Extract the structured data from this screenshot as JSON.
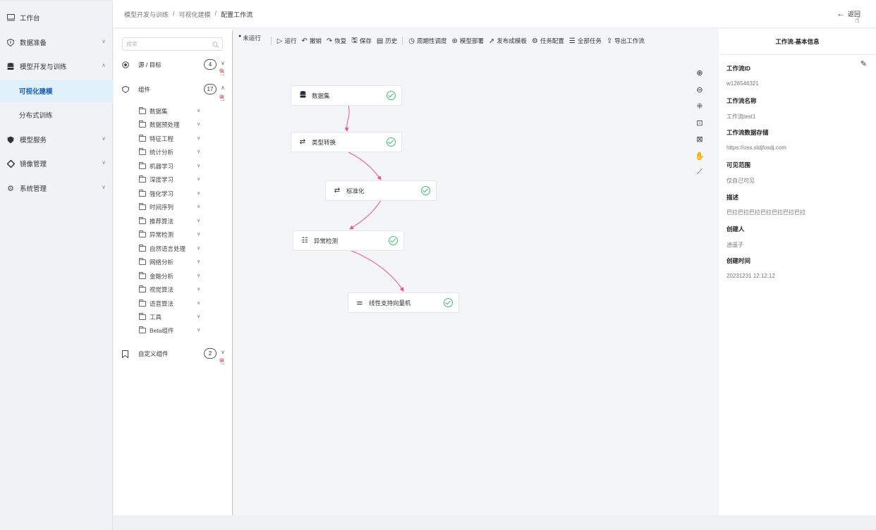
{
  "nav": {
    "items": [
      {
        "label": "工作台",
        "icon": "monitor-icon",
        "chevron": ""
      },
      {
        "label": "数据准备",
        "icon": "shield-icon",
        "chevron": "∨"
      },
      {
        "label": "模型开发与训练",
        "icon": "database-icon",
        "chevron": "∧"
      },
      {
        "label": "模型服务",
        "icon": "shield-filled-icon",
        "chevron": "∨"
      },
      {
        "label": "镜像管理",
        "icon": "diamond-icon",
        "chevron": "∨"
      },
      {
        "label": "系统管理",
        "icon": "gear-icon",
        "chevron": "∨"
      }
    ],
    "subitems": [
      {
        "label": "可视化建模",
        "active": true
      },
      {
        "label": "分布式训练",
        "active": false
      }
    ]
  },
  "header": {
    "breadcrumb": [
      "模型开发与训练",
      "/",
      "可视化建模",
      "/",
      "配置工作流"
    ],
    "back_label": "返回"
  },
  "components": {
    "search_placeholder": "搜索",
    "groups": [
      {
        "label": "源 / 目标",
        "count": "4",
        "chevron": "∨"
      },
      {
        "label": "组件",
        "count": "17",
        "chevron": "∧"
      },
      {
        "label": "自定义组件",
        "count": "2",
        "chevron": "∨"
      }
    ],
    "folders": [
      "数据集",
      "数据预处理",
      "特征工程",
      "统计分析",
      "机器学习",
      "深度学习",
      "强化学习",
      "时间序列",
      "推荐算法",
      "异常检测",
      "自然语言处理",
      "网络分析",
      "金融分析",
      "视觉算法",
      "语音算法",
      "工具",
      "Beta组件"
    ]
  },
  "toolbar": {
    "status": "未运行",
    "items": [
      {
        "icon": "play-icon",
        "glyph": "▷",
        "label": "运行"
      },
      {
        "icon": "undo-icon",
        "glyph": "↶",
        "label": "撤销"
      },
      {
        "icon": "redo-icon",
        "glyph": "↷",
        "label": "恢复"
      },
      {
        "icon": "save-icon",
        "glyph": "🖫",
        "label": "保存"
      },
      {
        "icon": "history-icon",
        "glyph": "▤",
        "label": "历史"
      },
      {
        "icon": "clock-icon",
        "glyph": "◷",
        "label": "周期性调度"
      },
      {
        "icon": "deploy-icon",
        "glyph": "⊛",
        "label": "模型部署"
      },
      {
        "icon": "send-icon",
        "glyph": "➚",
        "label": "发布成模板"
      },
      {
        "icon": "settings-icon",
        "glyph": "⚙",
        "label": "任务配置"
      },
      {
        "icon": "list-icon",
        "glyph": "☰",
        "label": "全部任务"
      },
      {
        "icon": "export-icon",
        "glyph": "⇪",
        "label": "导出工作流"
      }
    ]
  },
  "workflow": {
    "nodes": [
      {
        "label": "数据集",
        "icon": "database-icon",
        "glyph": "☰"
      },
      {
        "label": "类型转换",
        "icon": "transfer-icon",
        "glyph": "⇄"
      },
      {
        "label": "标准化",
        "icon": "transfer-icon",
        "glyph": "⇄"
      },
      {
        "label": "异常检测",
        "icon": "list-icon",
        "glyph": "☷"
      },
      {
        "label": "线性支持向量机",
        "icon": "sliders-icon",
        "glyph": "⚌"
      }
    ],
    "edge_color": "#f0509a",
    "status_color": "#3cc26b"
  },
  "canvas_tools": [
    {
      "icon": "zoom-in-icon",
      "glyph": "⊕"
    },
    {
      "icon": "zoom-out-icon",
      "glyph": "⊖"
    },
    {
      "icon": "fit-icon",
      "glyph": "⁜"
    },
    {
      "icon": "actual-size-icon",
      "glyph": "⊡"
    },
    {
      "icon": "frame-icon",
      "glyph": "⊠"
    },
    {
      "icon": "hand-icon",
      "glyph": "✋"
    },
    {
      "icon": "chart-icon",
      "glyph": "⟋"
    }
  ],
  "info": {
    "title": "工作流-基本信息",
    "fields": [
      {
        "label": "工作流ID",
        "value": "w126546321"
      },
      {
        "label": "工作流名称",
        "value": "工作流test1"
      },
      {
        "label": "工作流数据存储",
        "value": "https://oss.sldjfosdj.com"
      },
      {
        "label": "可见范围",
        "value": "仅自己可见"
      },
      {
        "label": "描述",
        "value": "巴拉巴拉巴拉巴拉巴拉巴拉巴拉"
      },
      {
        "label": "创建人",
        "value": "逍遥子"
      },
      {
        "label": "创建时间",
        "value": "20231231 12:12:12"
      }
    ]
  }
}
